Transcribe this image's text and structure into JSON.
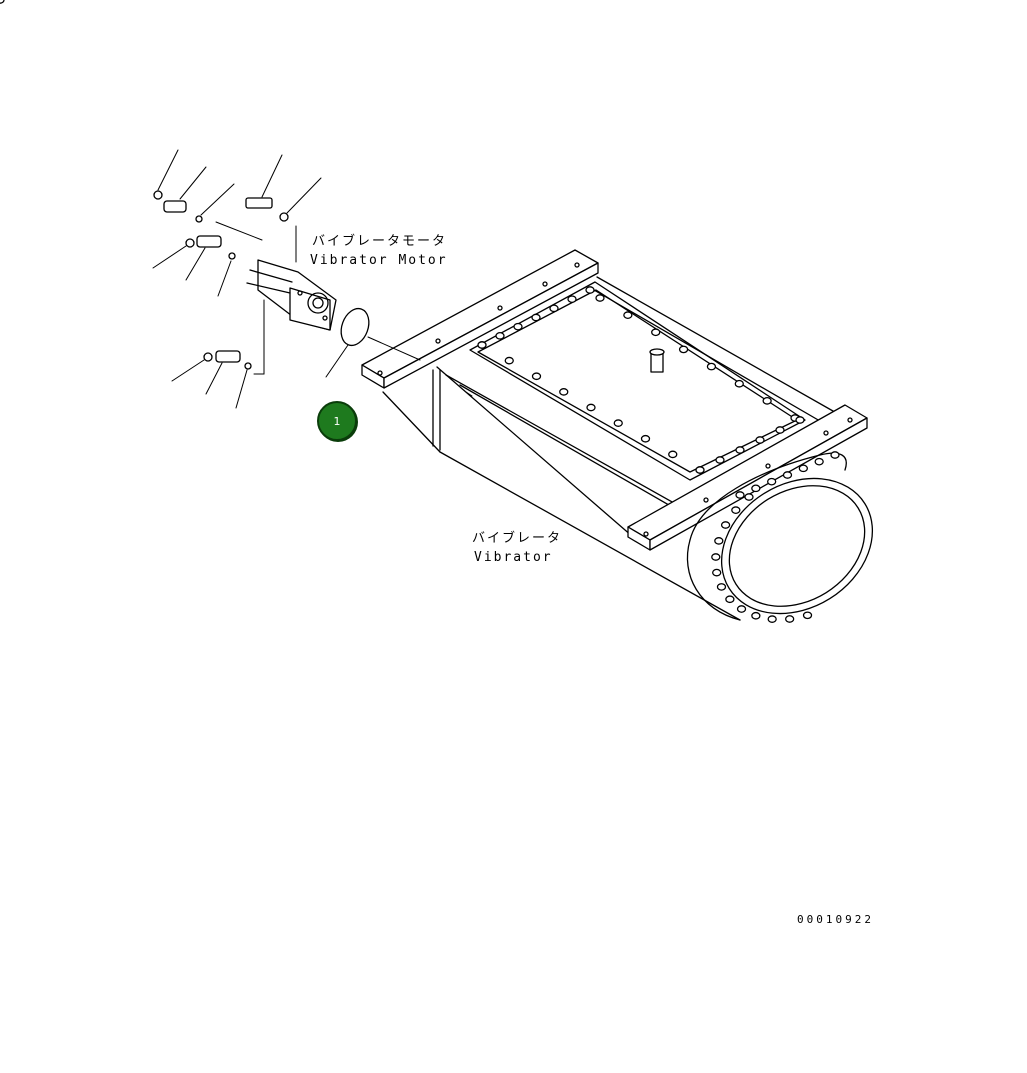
{
  "labels": {
    "vibrator_motor_jp": "バイブレータモータ",
    "vibrator_motor_en": "Vibrator Motor",
    "vibrator_jp": "バイブレータ",
    "vibrator_en": "Vibrator"
  },
  "callout": {
    "number": "1",
    "color": "#1e7a1e"
  },
  "drawing_number": "00010922"
}
